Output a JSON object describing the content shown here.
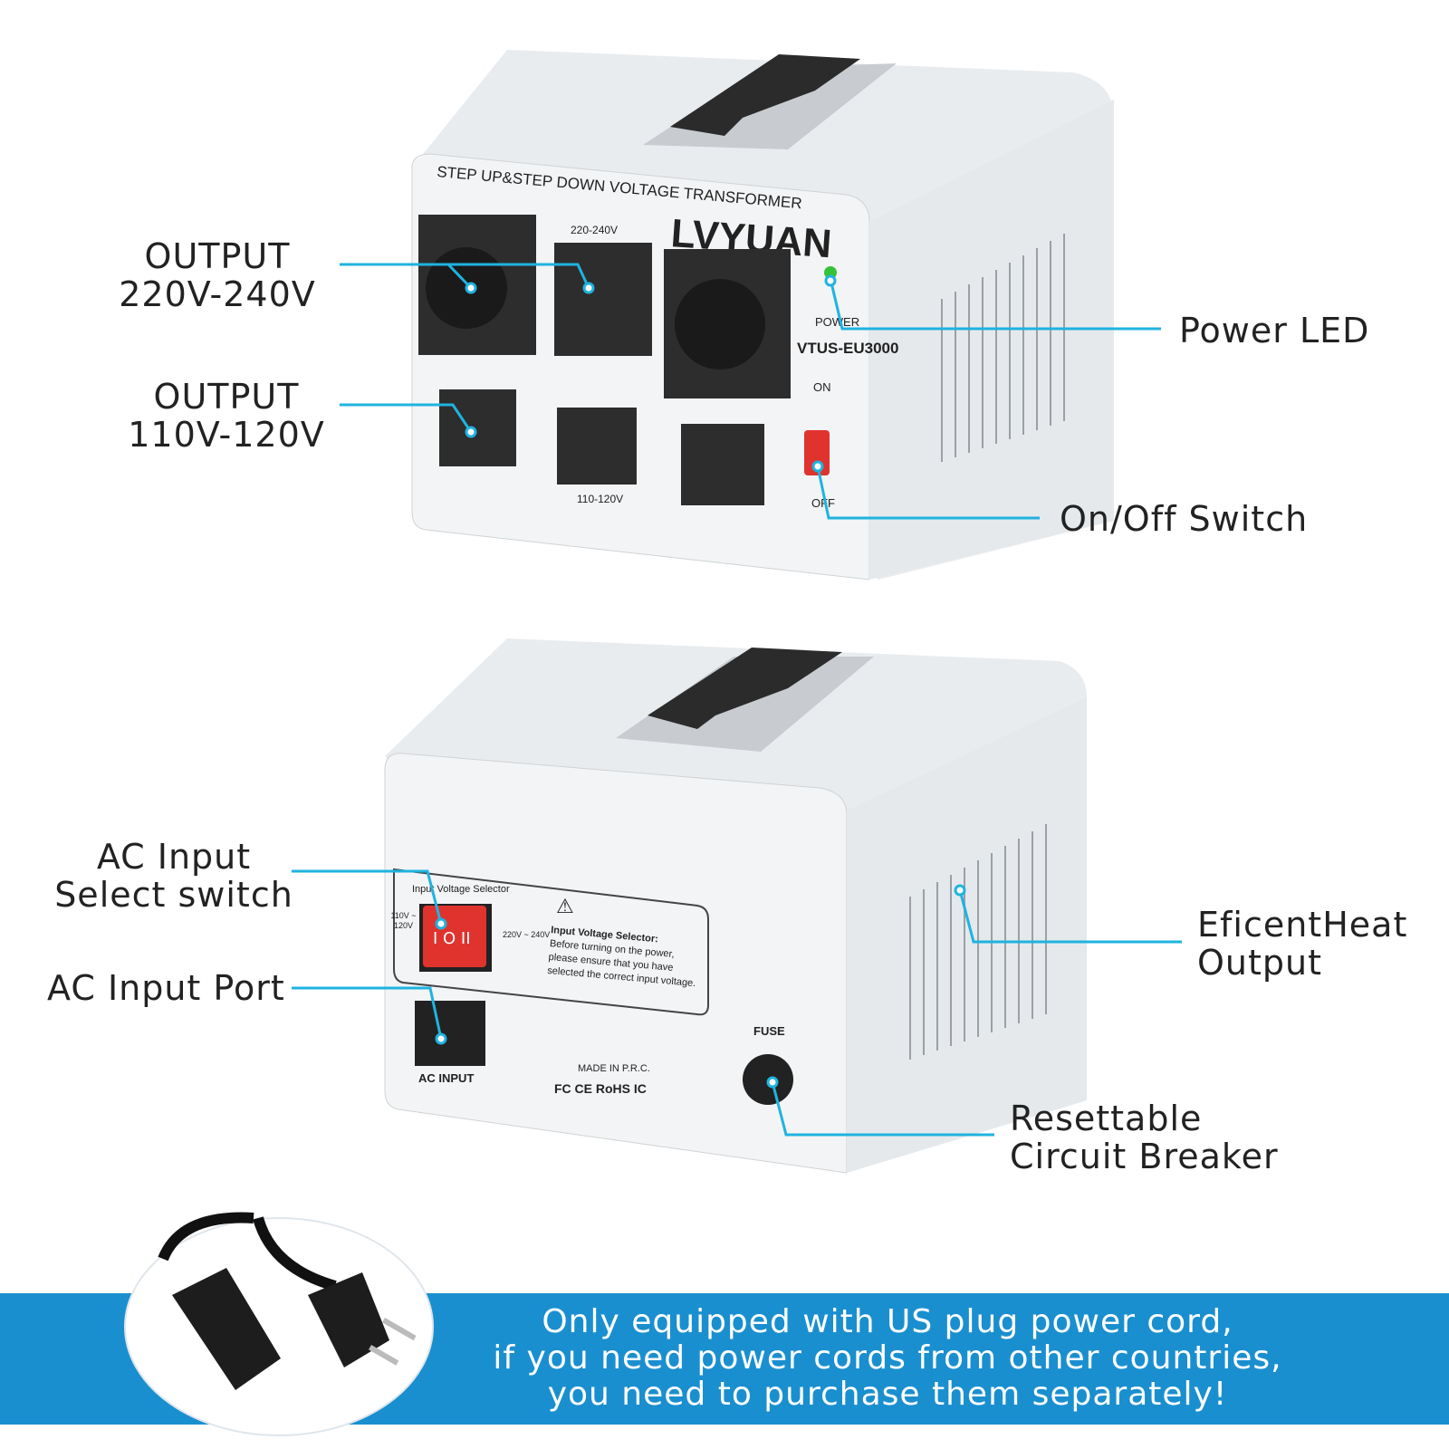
{
  "device_front": {
    "header": "STEP UP&STEP DOWN VOLTAGE TRANSFORMER",
    "brand": "LVYUAN",
    "model": "VTUS-EU3000",
    "high_group": "220-240V",
    "low_group": "110-120V",
    "power": "POWER",
    "on": "ON",
    "off": "OFF"
  },
  "device_back": {
    "selector_title": "Input Voltage Selector",
    "low_range": "110V ~ 120V",
    "high_range": "220V ~ 240V",
    "switch_symbols": "I O II",
    "warning_title": "Input Voltage Selector:",
    "warning_lines": [
      "Before turning on the power,",
      "please ensure that you have",
      "selected the correct input voltage."
    ],
    "ac_input": "AC INPUT",
    "fuse": "FUSE",
    "made_in": "MADE IN P.R.C.",
    "certs": "FC CE RoHS IC"
  },
  "callouts": {
    "output_high": "OUTPUT\n220V-240V",
    "output_low": "OUTPUT\n110V-120V",
    "power_led": "Power LED",
    "on_off": "On/Off Switch",
    "ac_select": "AC Input\nSelect switch",
    "ac_port": "AC Input Port",
    "heat": "EficentHeat\nOutput",
    "breaker": "Resettable\nCircuit Breaker"
  },
  "banner": {
    "text": "Only equipped with US plug power cord,\nif you need power cords from other countries,\nyou need to purchase them separately!"
  },
  "colors": {
    "callout": "#1fb3e0",
    "banner": "#1a8fcf",
    "switch_red": "#e0332e",
    "led": "#35c23a"
  }
}
